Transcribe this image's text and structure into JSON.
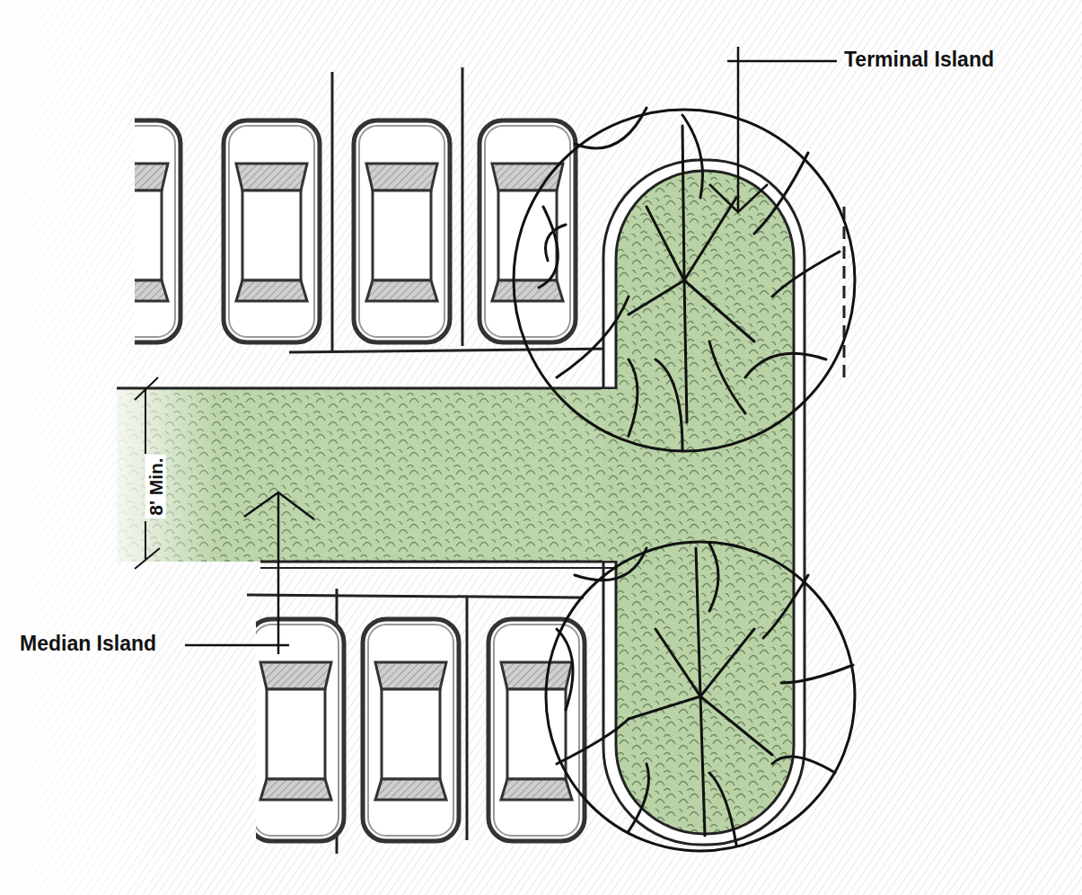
{
  "diagram": {
    "labels": [
      "Terminal Island",
      "Median Island",
      "8' Min."
    ]
  }
}
